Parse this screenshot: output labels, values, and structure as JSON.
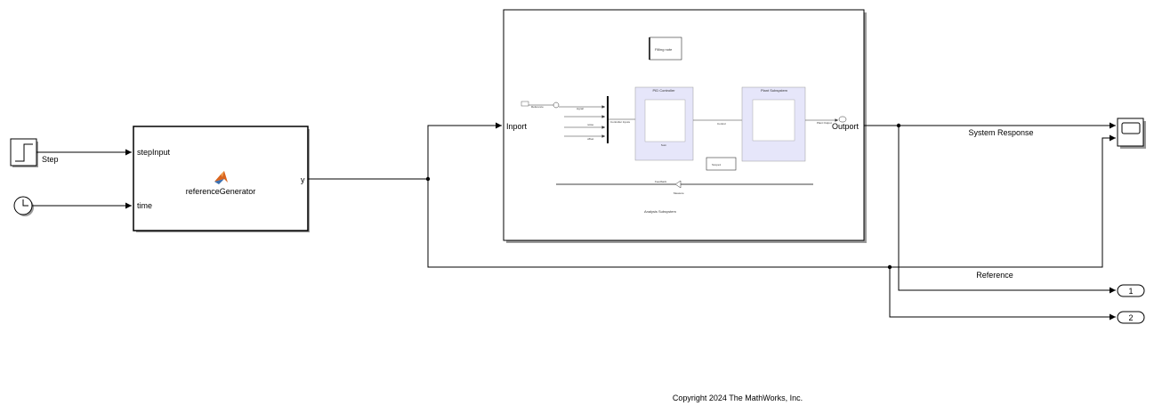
{
  "blocks": {
    "step": {
      "label": "Step"
    },
    "clock": {
      "label": ""
    },
    "reference_generator": {
      "name": "referenceGenerator",
      "input_ports": [
        "stepInput",
        "time"
      ],
      "output_port": "y"
    },
    "subsystem": {
      "input_port": "Inport",
      "output_port": "Outport",
      "inner": {
        "note_block": "Filling note",
        "pid_block": "PID Controller",
        "pid_caption": "Sum",
        "plant_block": "Plant Subsystem",
        "scope_block": "Scope1",
        "feedback_label": "Feedback",
        "feedback_caption": "Measure",
        "bottom_note": "Analysis Subsystem",
        "input_labels": [
          "Reference",
          "signal",
          "noise",
          "offset"
        ],
        "mux_label": "Controller Inputs",
        "control_label": "Control",
        "plant_out_label": "Plant Output"
      }
    },
    "scope": {
      "label": ""
    },
    "outport_1": {
      "number": "1"
    },
    "outport_2": {
      "number": "2"
    }
  },
  "signals": {
    "system_response": "System Response",
    "reference": "Reference"
  },
  "footer": {
    "copyright": "Copyright 2024 The MathWorks, Inc."
  },
  "colors": {
    "line": "#000000",
    "subsystem_fill": "#e6e6fa",
    "block_shadow": "#9a9a9a",
    "matlab_orange": "#d9641e",
    "matlab_blue": "#3a6fb0"
  }
}
